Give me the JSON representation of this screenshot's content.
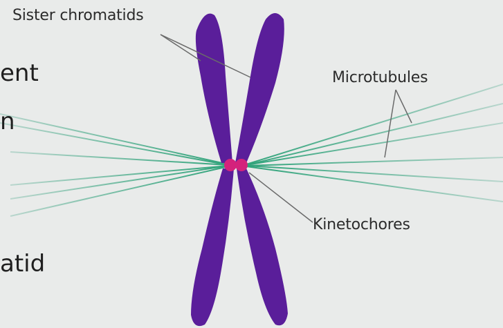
{
  "labels": {
    "sister_chromatids": "Sister chromatids",
    "microtubules": "Microtubules",
    "kinetochores": "Kinetochores"
  },
  "cut_text": {
    "line1": "ent",
    "line2": "n",
    "line3": "atid"
  },
  "colors": {
    "background": "#e9ebea",
    "chromatid": "#5a1e9a",
    "kinetochore": "#d4227c",
    "microtubule": "#7fc4ad",
    "leader_line": "#6a6a6a",
    "text": "#2b2b2b"
  }
}
